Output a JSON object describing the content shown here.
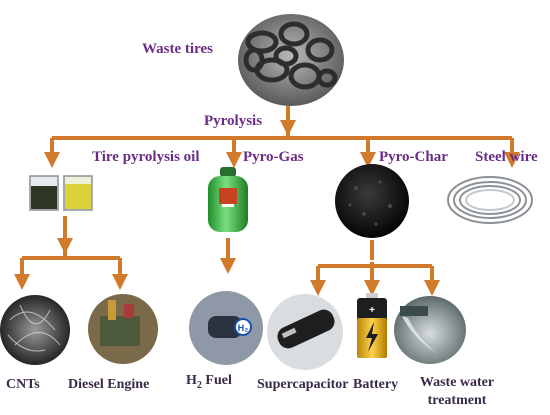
{
  "source_label": "Waste tires",
  "process_label": "Pyrolysis",
  "products": {
    "oil": "Tire pyrolysis oil",
    "gas": "Pyro-Gas",
    "char": "Pyro-Char",
    "steel": "Steel wire"
  },
  "applications": {
    "cnts": "CNTs",
    "diesel": "Diesel Engine",
    "h2_fuel_prefix": "H",
    "h2_fuel_sub": "2",
    "h2_fuel_suffix": " Fuel",
    "supercapacitor": "Supercapacitor",
    "battery": "Battery",
    "wastewater_line1": "Waste water",
    "wastewater_line2": "treatment"
  },
  "colors": {
    "arrow": "#d27a2c",
    "label_purple": "#6a2d86",
    "label_dark": "#3a2a4a"
  }
}
